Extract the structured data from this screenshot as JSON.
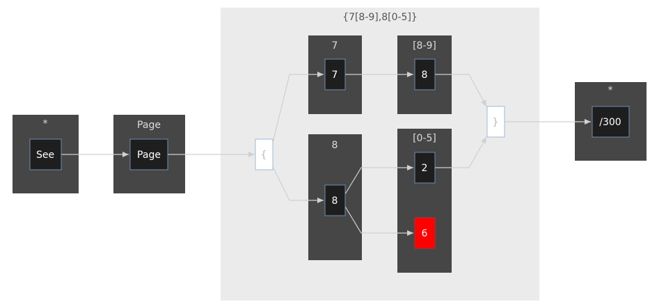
{
  "outer_group": {
    "label": "{7[8-9],8[0-5]}"
  },
  "groups": {
    "star_left": {
      "label": "*"
    },
    "page": {
      "label": "Page"
    },
    "seven": {
      "label": "7"
    },
    "range_8_9": {
      "label": "[8-9]"
    },
    "eight": {
      "label": "8"
    },
    "range_0_5": {
      "label": "[0-5]"
    },
    "star_right": {
      "label": "*"
    }
  },
  "nodes": {
    "see": "See",
    "page": "Page",
    "open_brace": "{",
    "seven": "7",
    "eight_top": "8",
    "eight_bottom": "8",
    "two": "2",
    "six": "6",
    "close_brace": "}",
    "slash300": "/300"
  },
  "colors": {
    "group_fill": "#464646",
    "outer_fill": "#ebebeb",
    "node_fill": "#1e1e1e",
    "node_border": "#6e8fb0",
    "highlight": "#ff0000",
    "edge": "#d0d0d0"
  }
}
